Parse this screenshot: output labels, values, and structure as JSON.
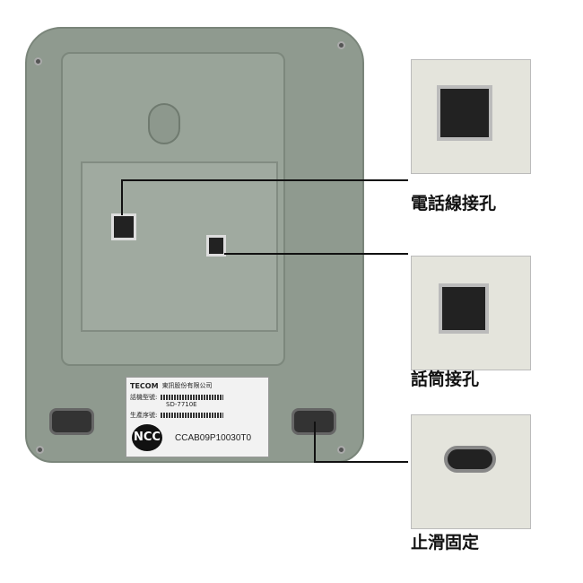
{
  "label": {
    "brand": "TECOM",
    "company": "東訊股份有限公司",
    "model_field": "話機型號:",
    "model": "SD-7710E",
    "serial_field": "生產序號:",
    "cert_mark": "NCC",
    "cert_code": "CCAB09P10030T0"
  },
  "callouts": [
    {
      "label": "電話線接孔"
    },
    {
      "label": "話筒接孔"
    },
    {
      "label": "止滑固定"
    }
  ]
}
